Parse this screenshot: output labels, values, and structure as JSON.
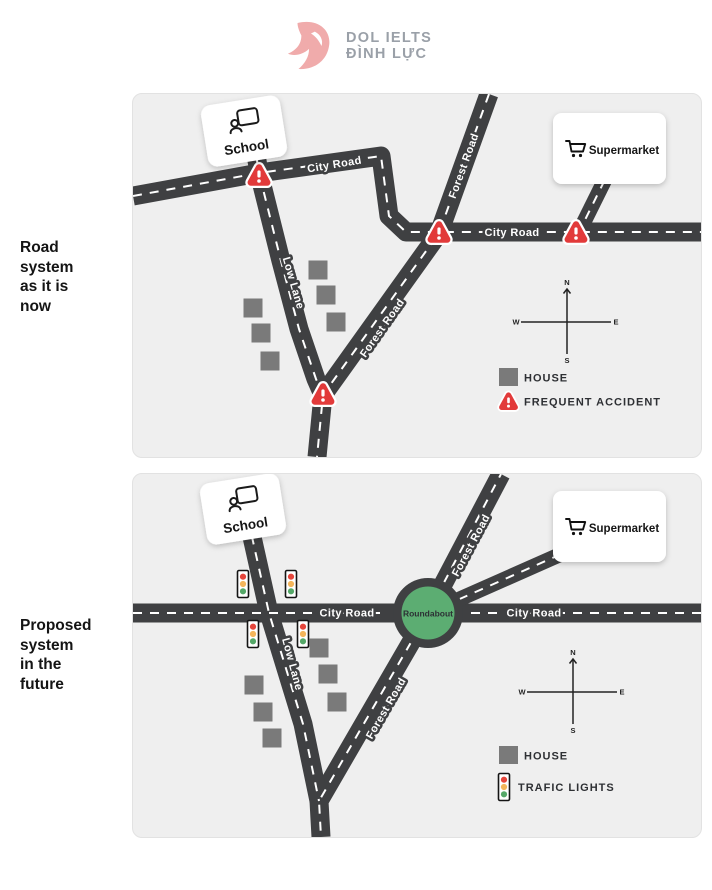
{
  "header": {
    "logo_line1": "DOL IELTS",
    "logo_line2": "ĐÌNH LỰC",
    "logo_color": "#f0abab",
    "logo_text_color": "#9aa0a8"
  },
  "captions": {
    "now": "Road\nsystem\nas it is\nnow",
    "future": "Proposed\nsystem\nin the\nfuture"
  },
  "map_now": {
    "name": "Road system as it is now",
    "places": {
      "school": "School",
      "supermarket": "Supermarket"
    },
    "roads": {
      "city_road": "City Road",
      "forest_road": "Forest Road",
      "low_lane": "Low Lane"
    },
    "compass": {
      "n": "N",
      "e": "E",
      "s": "S",
      "w": "W"
    },
    "legend": {
      "house": "HOUSE",
      "accident": "FREQUENT ACCIDENT"
    },
    "accident_marker_count": 4,
    "house_count": 6
  },
  "map_future": {
    "name": "Proposed system in the future",
    "places": {
      "school": "School",
      "supermarket": "Supermarket"
    },
    "roads": {
      "city_road": "City Road",
      "forest_road": "Forest Road",
      "low_lane": "Low Lane"
    },
    "roundabout_label": "Roundabout",
    "compass": {
      "n": "N",
      "e": "E",
      "s": "S",
      "w": "W"
    },
    "legend": {
      "house": "HOUSE",
      "traffic_lights": "TRAFIC LIGHTS"
    },
    "traffic_light_count": 4,
    "house_count": 6
  },
  "colors": {
    "map_background": "#efefef",
    "road": "#3f4042",
    "road_dash": "#ffffff",
    "house": "#7a7a7a",
    "accident_red": "#e23a3a",
    "roundabout_green": "#5cad72",
    "traffic_red": "#e5463c",
    "traffic_amber": "#f4b55a",
    "traffic_green": "#55a868"
  }
}
